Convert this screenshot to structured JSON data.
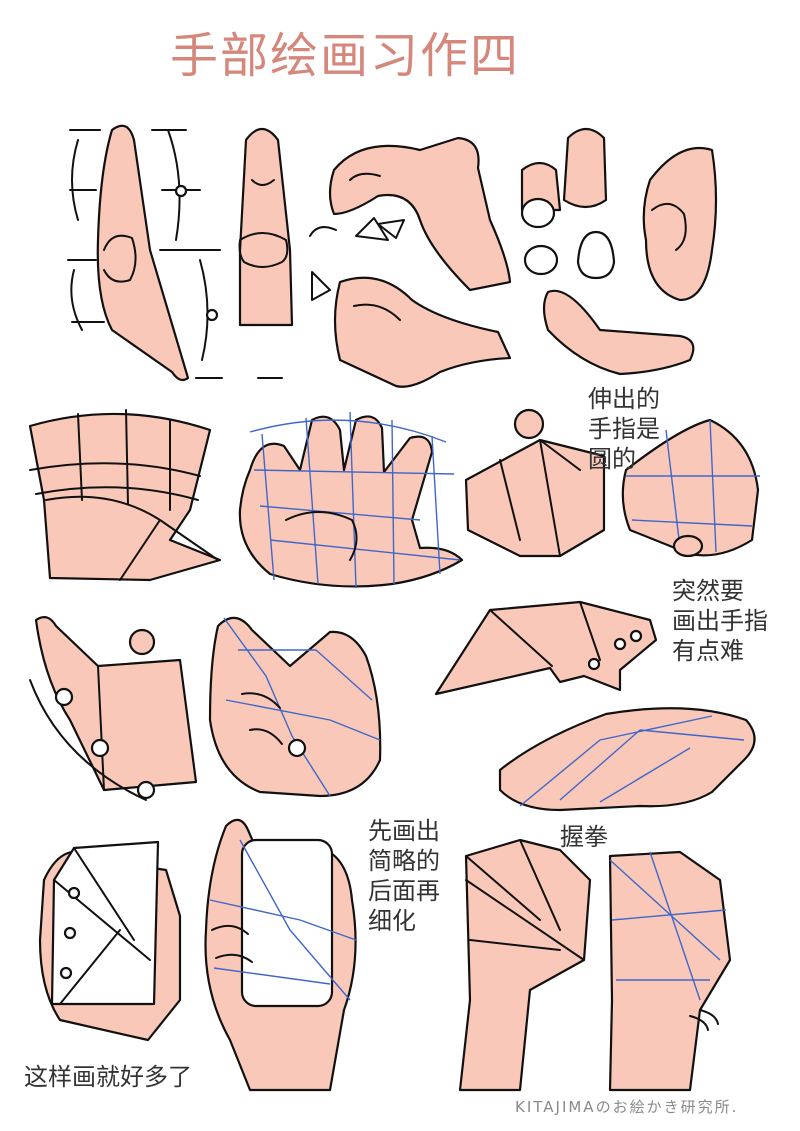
{
  "title": "手部绘画习作四",
  "notes": {
    "extended_fingers": "伸出的\n手指是\n圆的",
    "sudden_fingers": "突然要\n画出手指\n有点难",
    "fist": "握拳",
    "simple_first": "先画出\n简略的\n后面再\n细化",
    "much_better": "这样画就好多了"
  },
  "signature": "KITAJIMAのお絵かき研究所.",
  "colors": {
    "title": "#d4877a",
    "skin": "#f9c8b8",
    "guide_lines": "#3f67c9",
    "ink": "#111111"
  }
}
